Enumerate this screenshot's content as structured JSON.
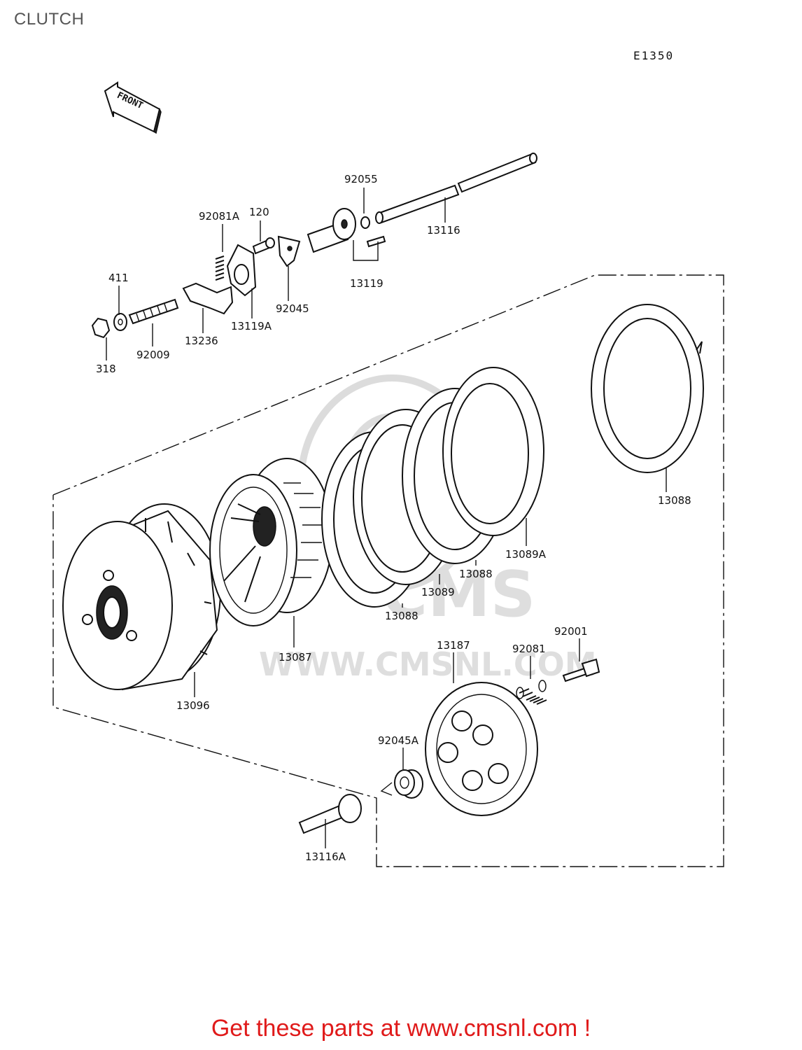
{
  "title": "CLUTCH",
  "diagram_code": "E1350",
  "front_label": "FRONT",
  "watermark": {
    "logo": "CMS",
    "url": "WWW.CMSNL.COM"
  },
  "parts": [
    {
      "id": "92055",
      "label": "92055"
    },
    {
      "id": "92081A",
      "label": "92081A"
    },
    {
      "id": "120",
      "label": "120"
    },
    {
      "id": "13116",
      "label": "13116"
    },
    {
      "id": "411",
      "label": "411"
    },
    {
      "id": "13119",
      "label": "13119"
    },
    {
      "id": "92045",
      "label": "92045"
    },
    {
      "id": "13236",
      "label": "13236"
    },
    {
      "id": "13119A",
      "label": "13119A"
    },
    {
      "id": "318",
      "label": "318"
    },
    {
      "id": "92009",
      "label": "92009"
    },
    {
      "id": "13088-a",
      "label": "13088"
    },
    {
      "id": "13089A",
      "label": "13089A"
    },
    {
      "id": "13088-b",
      "label": "13088"
    },
    {
      "id": "13089",
      "label": "13089"
    },
    {
      "id": "13088-c",
      "label": "13088"
    },
    {
      "id": "13087",
      "label": "13087"
    },
    {
      "id": "92001",
      "label": "92001"
    },
    {
      "id": "13187",
      "label": "13187"
    },
    {
      "id": "92081",
      "label": "92081"
    },
    {
      "id": "13096",
      "label": "13096"
    },
    {
      "id": "92045A",
      "label": "92045A"
    },
    {
      "id": "13116A",
      "label": "13116A"
    }
  ],
  "footer": {
    "text": "Get these parts at www.cmsnl.com !",
    "color": "#e01a1a"
  },
  "colors": {
    "lines": "#111111",
    "title": "#555555",
    "watermark": "#dcdcdc"
  }
}
